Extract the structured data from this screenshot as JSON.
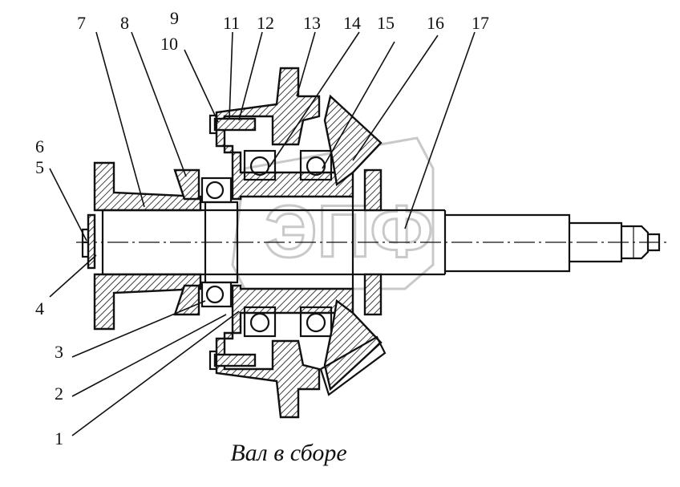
{
  "callouts": {
    "n1": "1",
    "n2": "2",
    "n3": "3",
    "n4": "4",
    "n5": "5",
    "n6": "6",
    "n7": "7",
    "n8": "8",
    "n9": "9",
    "n10": "10",
    "n11": "11",
    "n12": "12",
    "n13": "13",
    "n14": "14",
    "n15": "15",
    "n16": "16",
    "n17": "17"
  },
  "caption": "Вал в сборе",
  "watermark": "ЭПФ"
}
